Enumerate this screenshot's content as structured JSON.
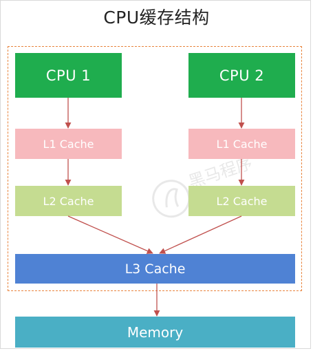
{
  "title": "CPU缓存结构",
  "nodes": {
    "cpu1": "CPU 1",
    "cpu2": "CPU 2",
    "l1_left": "L1 Cache",
    "l1_right": "L1 Cache",
    "l2_left": "L2 Cache",
    "l2_right": "L2 Cache",
    "l3": "L3 Cache",
    "memory": "Memory"
  },
  "watermark": {
    "text": "黑马程序员",
    "icon": "horse-logo-icon"
  },
  "colors": {
    "cpu": "#1fad4e",
    "l1": "#f7b9bd",
    "l2": "#c5dc91",
    "l3": "#4f82d4",
    "memory": "#4aafc5",
    "arrow": "#c0504d",
    "dashed_border": "#e8823a"
  }
}
